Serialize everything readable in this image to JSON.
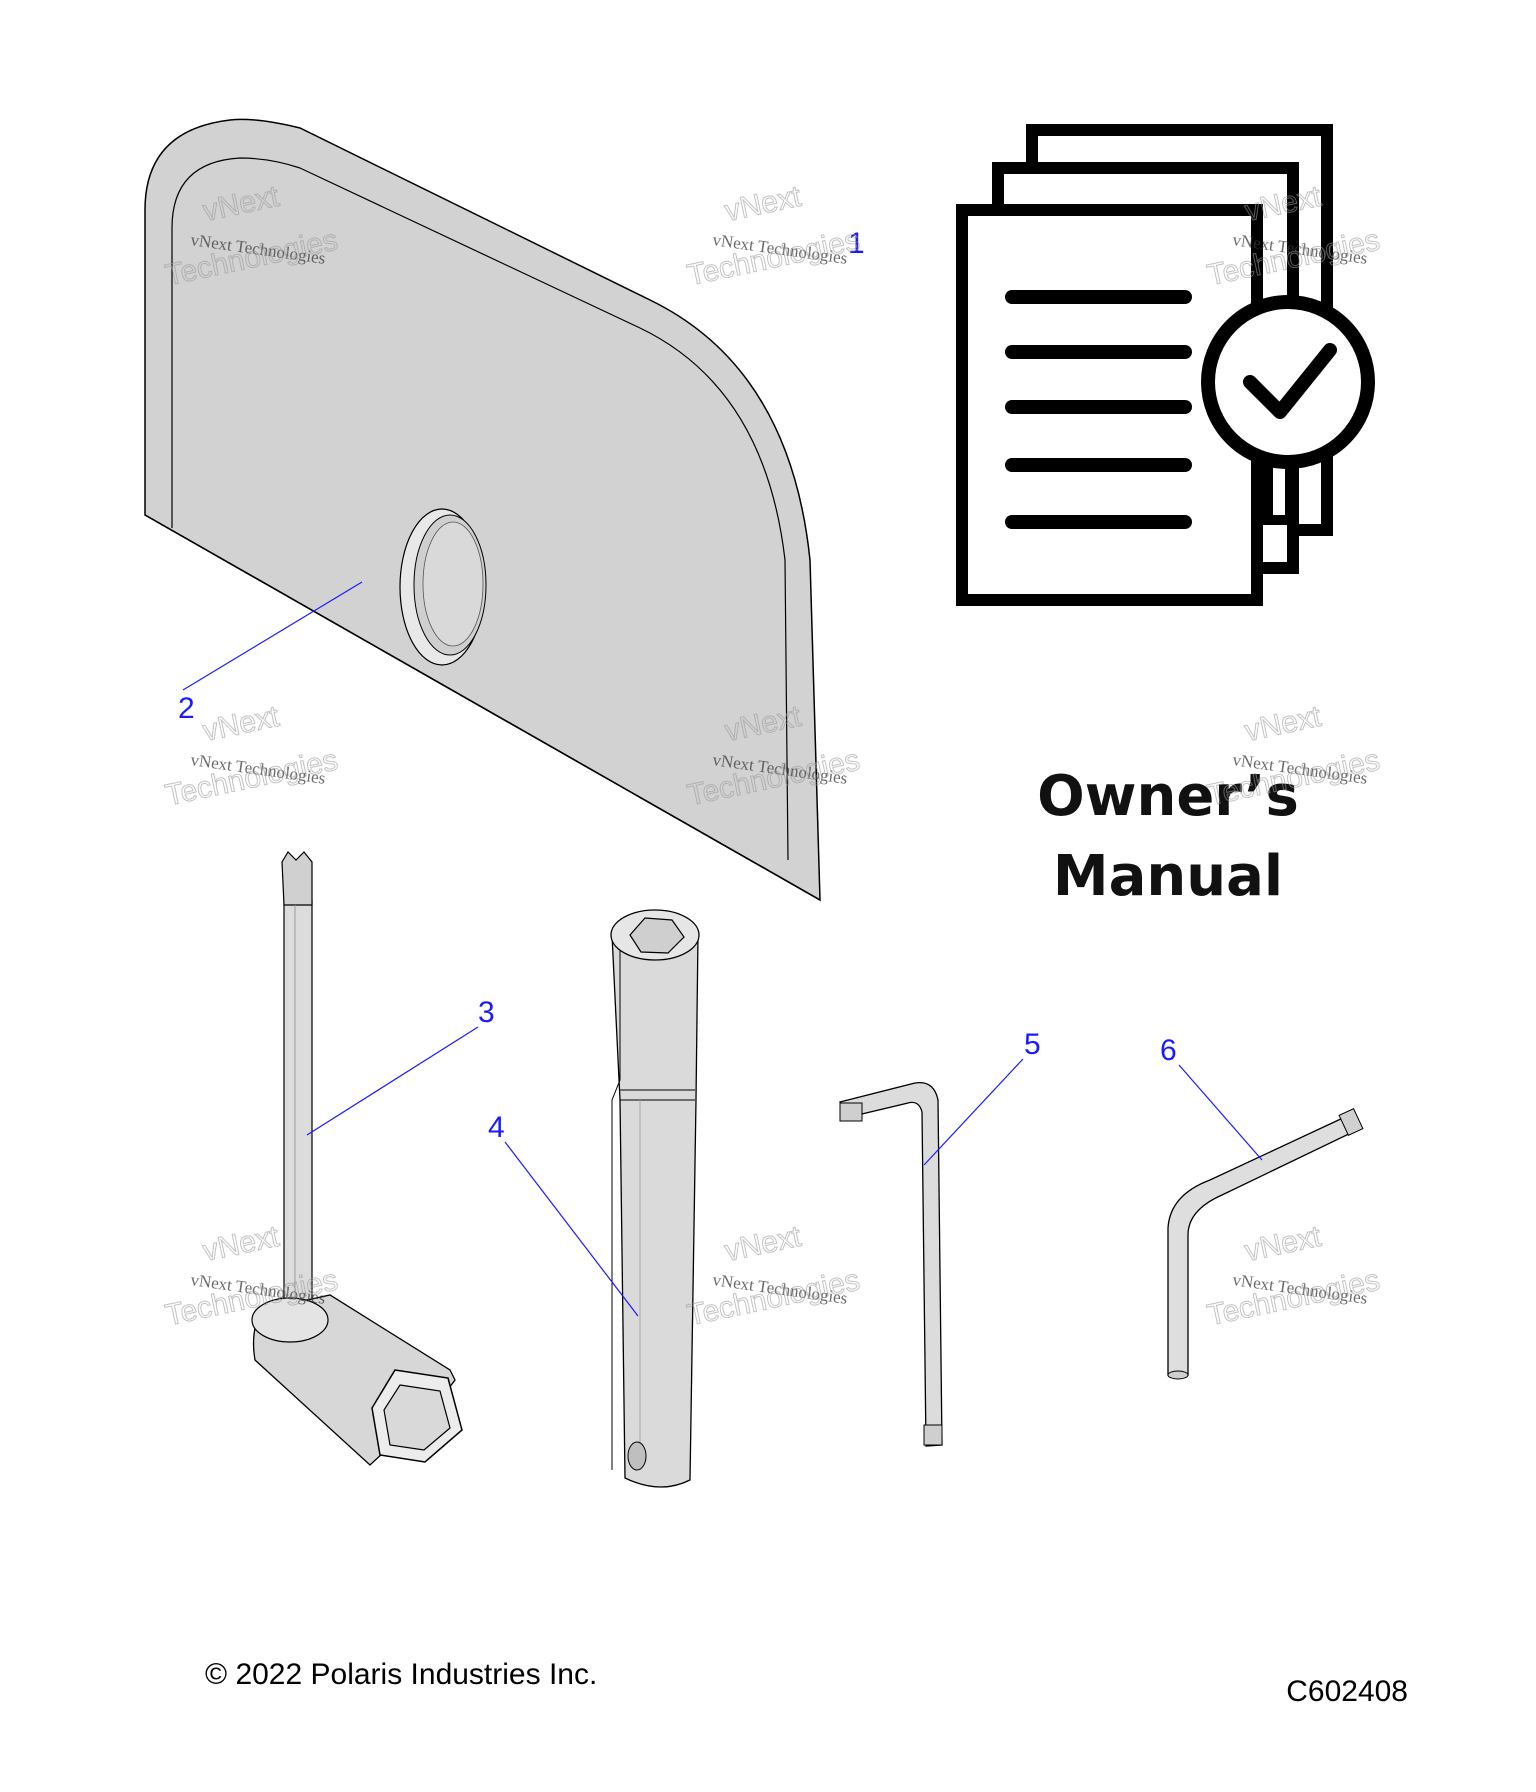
{
  "callouts": {
    "c1": "1",
    "c2": "2",
    "c3": "3",
    "c4": "4",
    "c5": "5",
    "c6": "6"
  },
  "manual": {
    "line1": "Owner’s",
    "line2": "Manual"
  },
  "watermark": {
    "line1": "vNext Technologies",
    "line2": "vNext",
    "line3": "Technologies"
  },
  "footer": {
    "copyright": "© 2022 Polaris Industries Inc.",
    "drawing_code": "C602408"
  },
  "colors": {
    "callout": "#1a1aff",
    "part_fill": "#d4d4d4",
    "outline": "#000000"
  }
}
